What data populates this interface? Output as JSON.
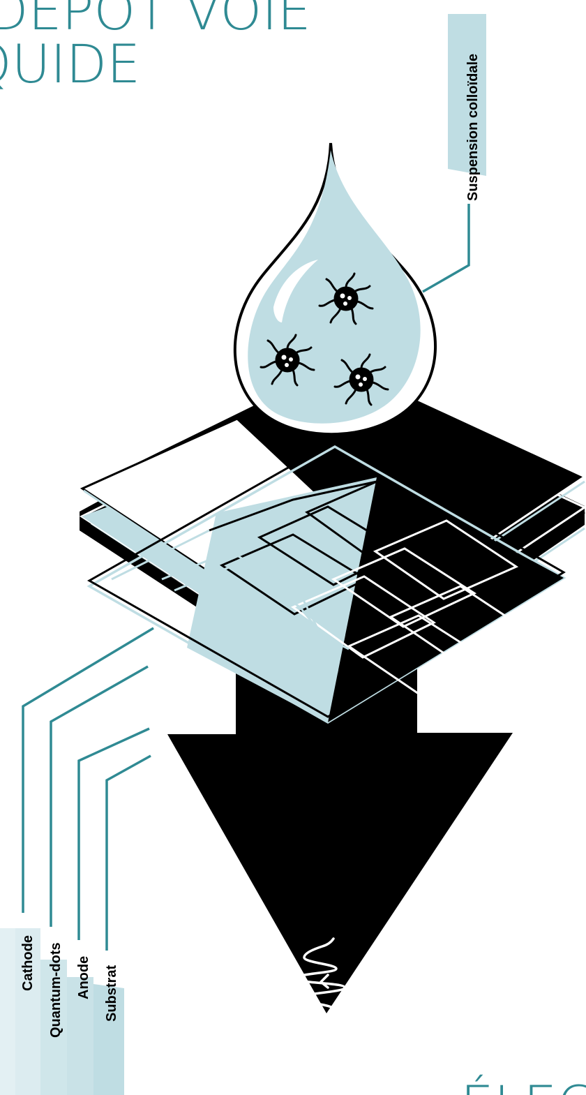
{
  "title_top": {
    "line1": "DÉPÔT VOIE",
    "line2": "LIQUIDE"
  },
  "title_bottom": "ÉLECTRO",
  "labels": {
    "suspension": "Suspension colloïdale",
    "cathode": "Cathode",
    "quantum_dots": "Quantum-dots",
    "anode": "Anode",
    "substrat": "Substrat"
  },
  "colors": {
    "accent": "#2f8a93",
    "light_blue": "#bfdde3",
    "black": "#000000",
    "white": "#ffffff"
  },
  "icons": [
    "droplet-icon",
    "quantum-dot-icon",
    "light-emission-icon",
    "down-arrow-icon"
  ]
}
